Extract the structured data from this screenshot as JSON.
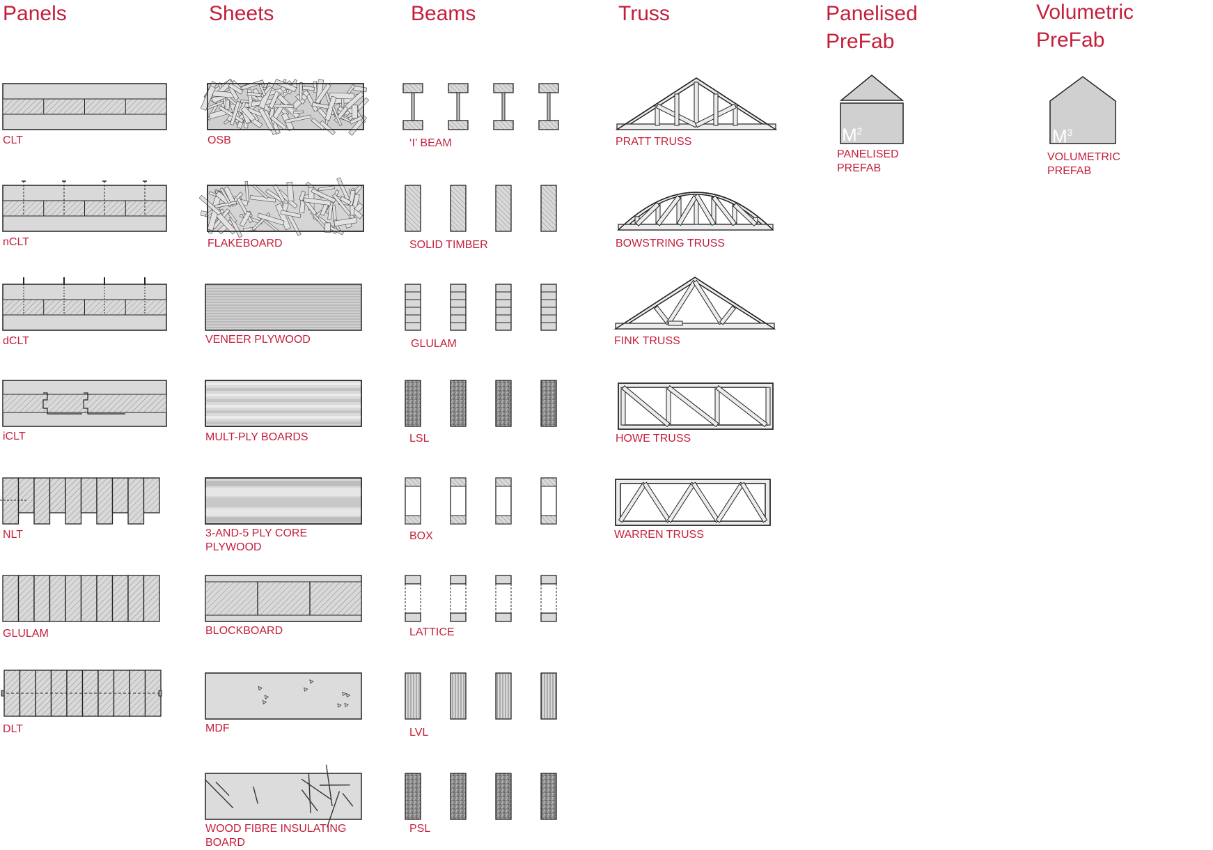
{
  "headers": {
    "panels": "Panels",
    "sheets": "Sheets",
    "beams": "Beams",
    "truss": "Truss",
    "panelised": "Panelised\nPreFab",
    "volumetric": "Volumetric\nPreFab"
  },
  "panels": [
    "CLT",
    "nCLT",
    "dCLT",
    "iCLT",
    "NLT",
    "GLULAM",
    "DLT"
  ],
  "sheets": [
    "OSB",
    "FLAKEBOARD",
    "VENEER PLYWOOD",
    "MULT-PLY BOARDS",
    "3-AND-5 PLY CORE\nPLYWOOD",
    "BLOCKBOARD",
    "MDF",
    "WOOD FIBRE INSULATING\nBOARD"
  ],
  "beams": [
    "‘I’ BEAM",
    "SOLID TIMBER",
    "GLULAM",
    "LSL",
    "BOX",
    "LATTICE",
    "LVL",
    "PSL"
  ],
  "truss": [
    "PRATT TRUSS",
    "BOWSTRING TRUSS",
    "FINK TRUSS",
    "HOWE TRUSS",
    "WARREN TRUSS"
  ],
  "prefab": {
    "panelised_label": "PANELISED\nPREFAB",
    "panelised_unit": "M",
    "panelised_exp": "2",
    "volumetric_label": "VOLUMETRIC\nPREFAB",
    "volumetric_unit": "M",
    "volumetric_exp": "3"
  },
  "colors": {
    "accent": "#c41e3a",
    "fill": "#d9d9d9",
    "stroke": "#222222"
  }
}
